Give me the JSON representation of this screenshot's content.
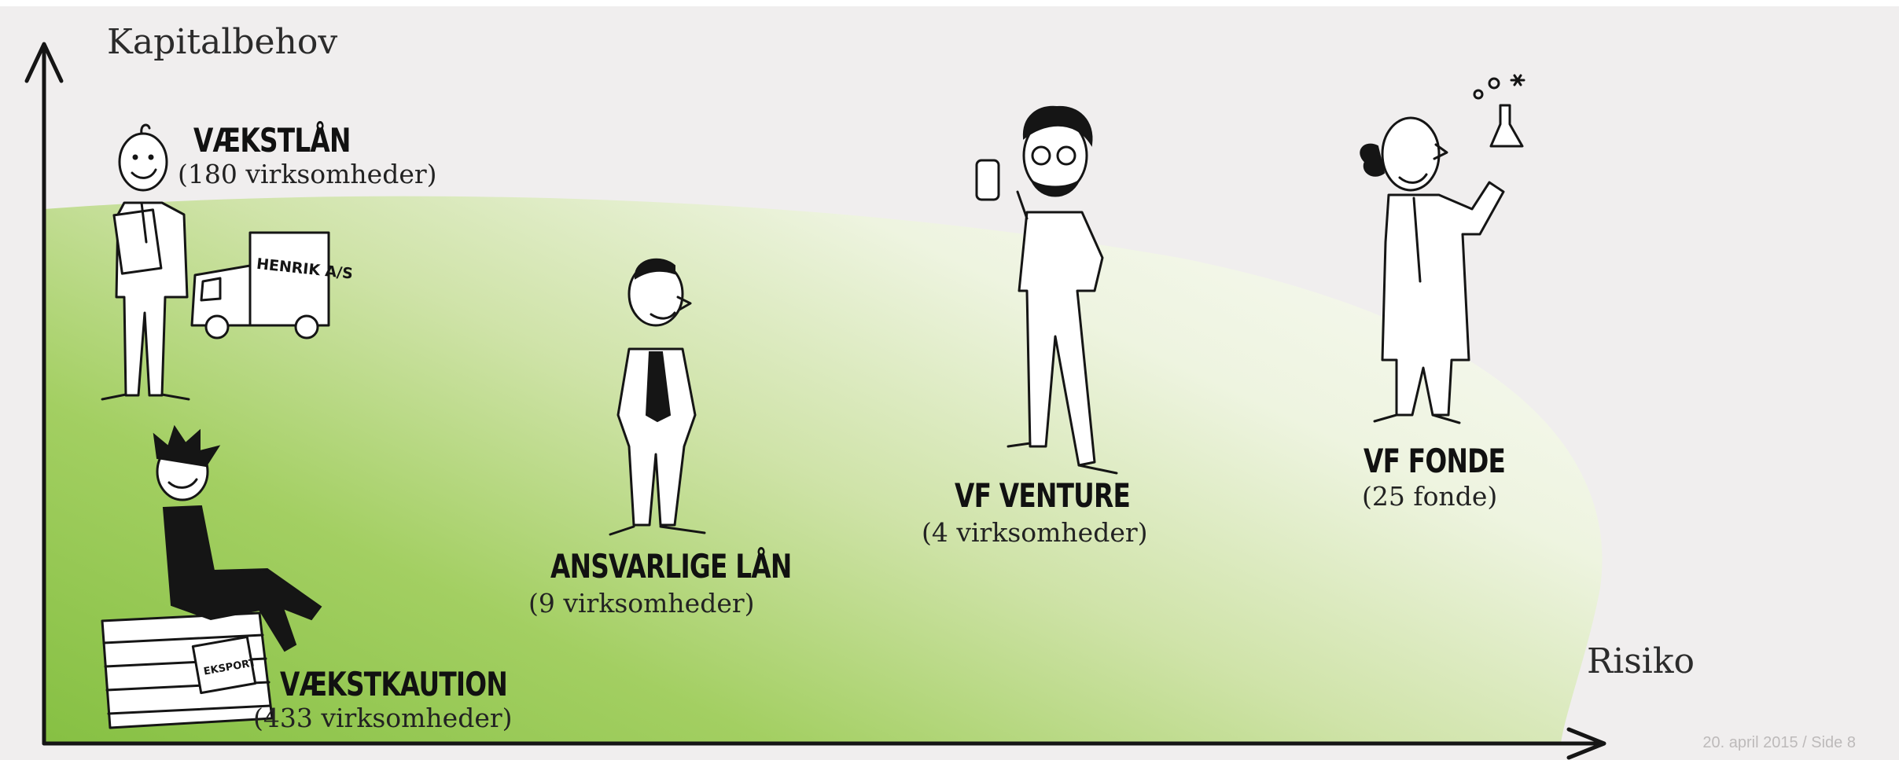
{
  "axes": {
    "y_label": "Kapitalbehov",
    "x_label": "Risiko"
  },
  "items": [
    {
      "title": "VÆKSTLÅN",
      "subtitle": "(180 virksomheder)"
    },
    {
      "title": "VÆKSTKAUTION",
      "subtitle": "(433 virksomheder)"
    },
    {
      "title": "ANSVARLIGE LÅN",
      "subtitle": "(9 virksomheder)"
    },
    {
      "title": "VF VENTURE",
      "subtitle": "(4 virksomheder)"
    },
    {
      "title": "VF FONDE",
      "subtitle": "(25 fonde)"
    }
  ],
  "illustration_text": {
    "truck_sign": "HENRIK A/S",
    "crate_sign": "EKSPORT"
  },
  "footer": "20. april 2015 / Side 8",
  "colors": {
    "background": "#f0eeee",
    "green_dark": "#8cc34a",
    "green_light": "#f3f7ea",
    "ink": "#151515"
  }
}
